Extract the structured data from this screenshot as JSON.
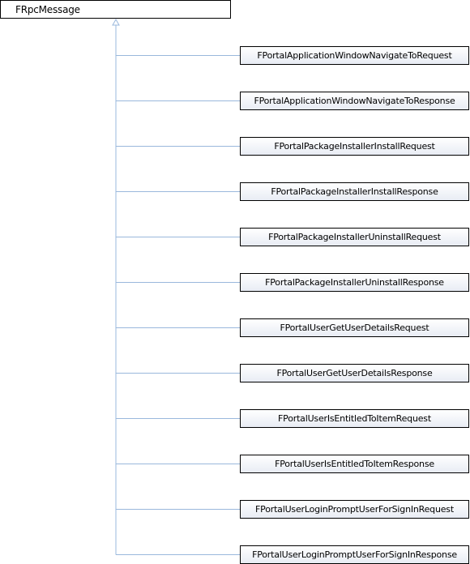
{
  "diagram": {
    "parent": {
      "label": "FRpcMessage"
    },
    "children": [
      {
        "label": "FPortalApplicationWindowNavigateToRequest"
      },
      {
        "label": "FPortalApplicationWindowNavigateToResponse"
      },
      {
        "label": "FPortalPackageInstallerInstallRequest"
      },
      {
        "label": "FPortalPackageInstallerInstallResponse"
      },
      {
        "label": "FPortalPackageInstallerUninstallRequest"
      },
      {
        "label": "FPortalPackageInstallerUninstallResponse"
      },
      {
        "label": "FPortalUserGetUserDetailsRequest"
      },
      {
        "label": "FPortalUserGetUserDetailsResponse"
      },
      {
        "label": "FPortalUserIsEntitledToItemRequest"
      },
      {
        "label": "FPortalUserIsEntitledToItemResponse"
      },
      {
        "label": "FPortalUserLoginPromptUserForSignInRequest"
      },
      {
        "label": "FPortalUserLoginPromptUserForSignInResponse"
      }
    ],
    "colors": {
      "connector": "#9ab8dc",
      "border": "#000000",
      "child_fill_bottom": "#e8ecf4"
    }
  }
}
